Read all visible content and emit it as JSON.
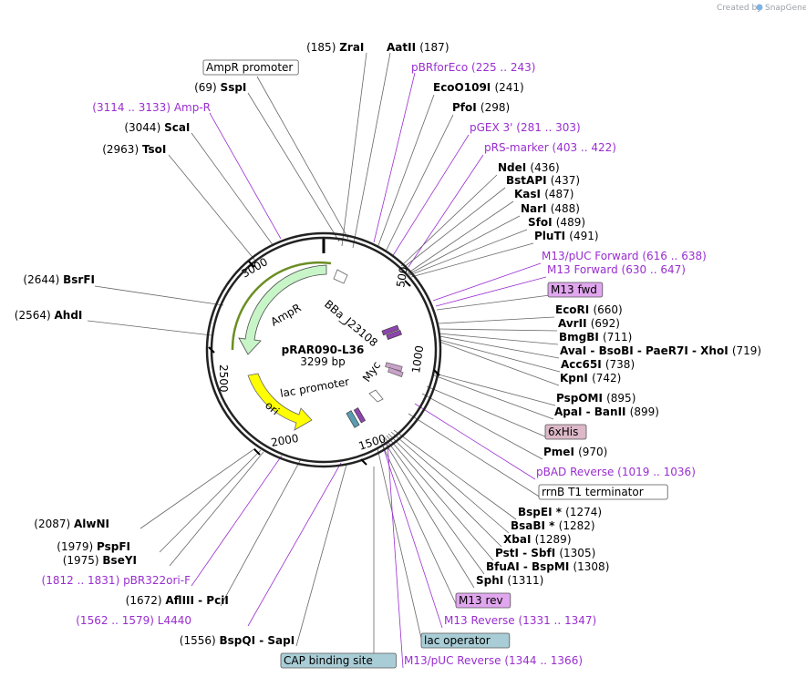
{
  "credit": {
    "created_by": "Created by",
    "brand": "SnapGene"
  },
  "plasmid": {
    "name": "pRAR090-L36",
    "length": "3299 bp"
  },
  "colors": {
    "primer": "#9a2ed0",
    "amp": "#c8f5c8",
    "ori": "#ffff00",
    "box_feature": "#a9cdd6",
    "box_primer": "#e0a6ee",
    "box_tag": "#dcb8c8"
  },
  "ring_ticks": [
    "500",
    "1000",
    "1500",
    "2000",
    "2500",
    "3000"
  ],
  "map_features": [
    "BBa_J23108",
    "AmpR",
    "ori",
    "lac promoter",
    "Myc"
  ],
  "labels": [
    {
      "name": "ZraI",
      "num": "(185)"
    },
    {
      "name": "AatII",
      "num": "(187)"
    },
    {
      "name": "AmpR promoter",
      "num": ""
    },
    {
      "name": "pBRforEco",
      "num": "(225 .. 243)"
    },
    {
      "name": "SspI",
      "num": "(69)"
    },
    {
      "name": "EcoO109I",
      "num": "(241)"
    },
    {
      "name": "Amp-R",
      "num": "(3114 .. 3133)"
    },
    {
      "name": "PfoI",
      "num": "(298)"
    },
    {
      "name": "ScaI",
      "num": "(3044)"
    },
    {
      "name": "pGEX 3'",
      "num": "(281 .. 303)"
    },
    {
      "name": "pRS-marker",
      "num": "(403 .. 422)"
    },
    {
      "name": "TsoI",
      "num": "(2963)"
    },
    {
      "name": "NdeI",
      "num": "(436)"
    },
    {
      "name": "BstAPI",
      "num": "(437)"
    },
    {
      "name": "KasI",
      "num": "(487)"
    },
    {
      "name": "NarI",
      "num": "(488)"
    },
    {
      "name": "SfoI",
      "num": "(489)"
    },
    {
      "name": "PluTI",
      "num": "(491)"
    },
    {
      "name": "M13/pUC Forward",
      "num": "(616 .. 638)"
    },
    {
      "name": "BsrFI",
      "num": "(2644)"
    },
    {
      "name": "M13 Forward",
      "num": "(630 .. 647)"
    },
    {
      "name": "M13 fwd",
      "num": ""
    },
    {
      "name": "AhdI",
      "num": "(2564)"
    },
    {
      "name": "EcoRI",
      "num": "(660)"
    },
    {
      "name": "AvrII",
      "num": "(692)"
    },
    {
      "name": "BmgBI",
      "num": "(711)"
    },
    {
      "name": "AvaI - BsoBI - PaeR7I - XhoI",
      "num": "(719)"
    },
    {
      "name": "Acc65I",
      "num": "(738)"
    },
    {
      "name": "KpnI",
      "num": "(742)"
    },
    {
      "name": "PspOMI",
      "num": "(895)"
    },
    {
      "name": "ApaI - BanII",
      "num": "(899)"
    },
    {
      "name": "6xHis",
      "num": ""
    },
    {
      "name": "PmeI",
      "num": "(970)"
    },
    {
      "name": "pBAD Reverse",
      "num": "(1019 .. 1036)"
    },
    {
      "name": "rrnB T1 terminator",
      "num": ""
    },
    {
      "name": "BspEI *",
      "num": "(1274)"
    },
    {
      "name": "AlwNI",
      "num": "(2087)"
    },
    {
      "name": "BsaBI *",
      "num": "(1282)"
    },
    {
      "name": "XbaI",
      "num": "(1289)"
    },
    {
      "name": "PspFI",
      "num": "(1979)"
    },
    {
      "name": "PstI - SbfI",
      "num": "(1305)"
    },
    {
      "name": "BseYI",
      "num": "(1975)"
    },
    {
      "name": "BfuAI - BspMI",
      "num": "(1308)"
    },
    {
      "name": "pBR322ori-F",
      "num": "(1812 .. 1831)"
    },
    {
      "name": "SphI",
      "num": "(1311)"
    },
    {
      "name": "AflIII - PciI",
      "num": "(1672)"
    },
    {
      "name": "M13 rev",
      "num": ""
    },
    {
      "name": "L4440",
      "num": "(1562 .. 1579)"
    },
    {
      "name": "M13 Reverse",
      "num": "(1331 .. 1347)"
    },
    {
      "name": "BspQI - SapI",
      "num": "(1556)"
    },
    {
      "name": "lac operator",
      "num": ""
    },
    {
      "name": "CAP binding site",
      "num": ""
    },
    {
      "name": "M13/pUC Reverse",
      "num": "(1344 .. 1366)"
    }
  ]
}
